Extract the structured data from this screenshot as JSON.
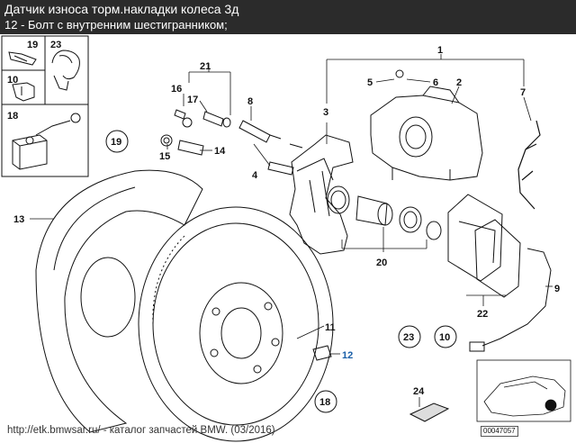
{
  "header": {
    "title": "Датчик износа торм.накладки колеса 3д",
    "subtitle": "12 - Болт с внутренним шестигранником;"
  },
  "parts": {
    "p1": "1",
    "p2": "2",
    "p3": "3",
    "p4": "4",
    "p5": "5",
    "p6": "6",
    "p7": "7",
    "p8": "8",
    "p9": "9",
    "p10": "10",
    "p11": "11",
    "p12": "12",
    "p13": "13",
    "p14": "14",
    "p15": "15",
    "p16": "16",
    "p17": "17",
    "p18": "18",
    "p19": "19",
    "p20": "20",
    "p21": "21",
    "p22": "22",
    "p23": "23",
    "p24": "24"
  },
  "inset": {
    "i19": "19",
    "i23": "23",
    "i10": "10",
    "i18": "18"
  },
  "circled": {
    "c19": "19",
    "c23": "23",
    "c10": "10",
    "c18": "18"
  },
  "footer": "http://etk.bmwsar.ru/ - каталог запчастей BMW. (03/2016)",
  "diagram_code": "00047057",
  "colors": {
    "header_bg": "#2b2b2b",
    "highlight": "#1a5fa8"
  }
}
